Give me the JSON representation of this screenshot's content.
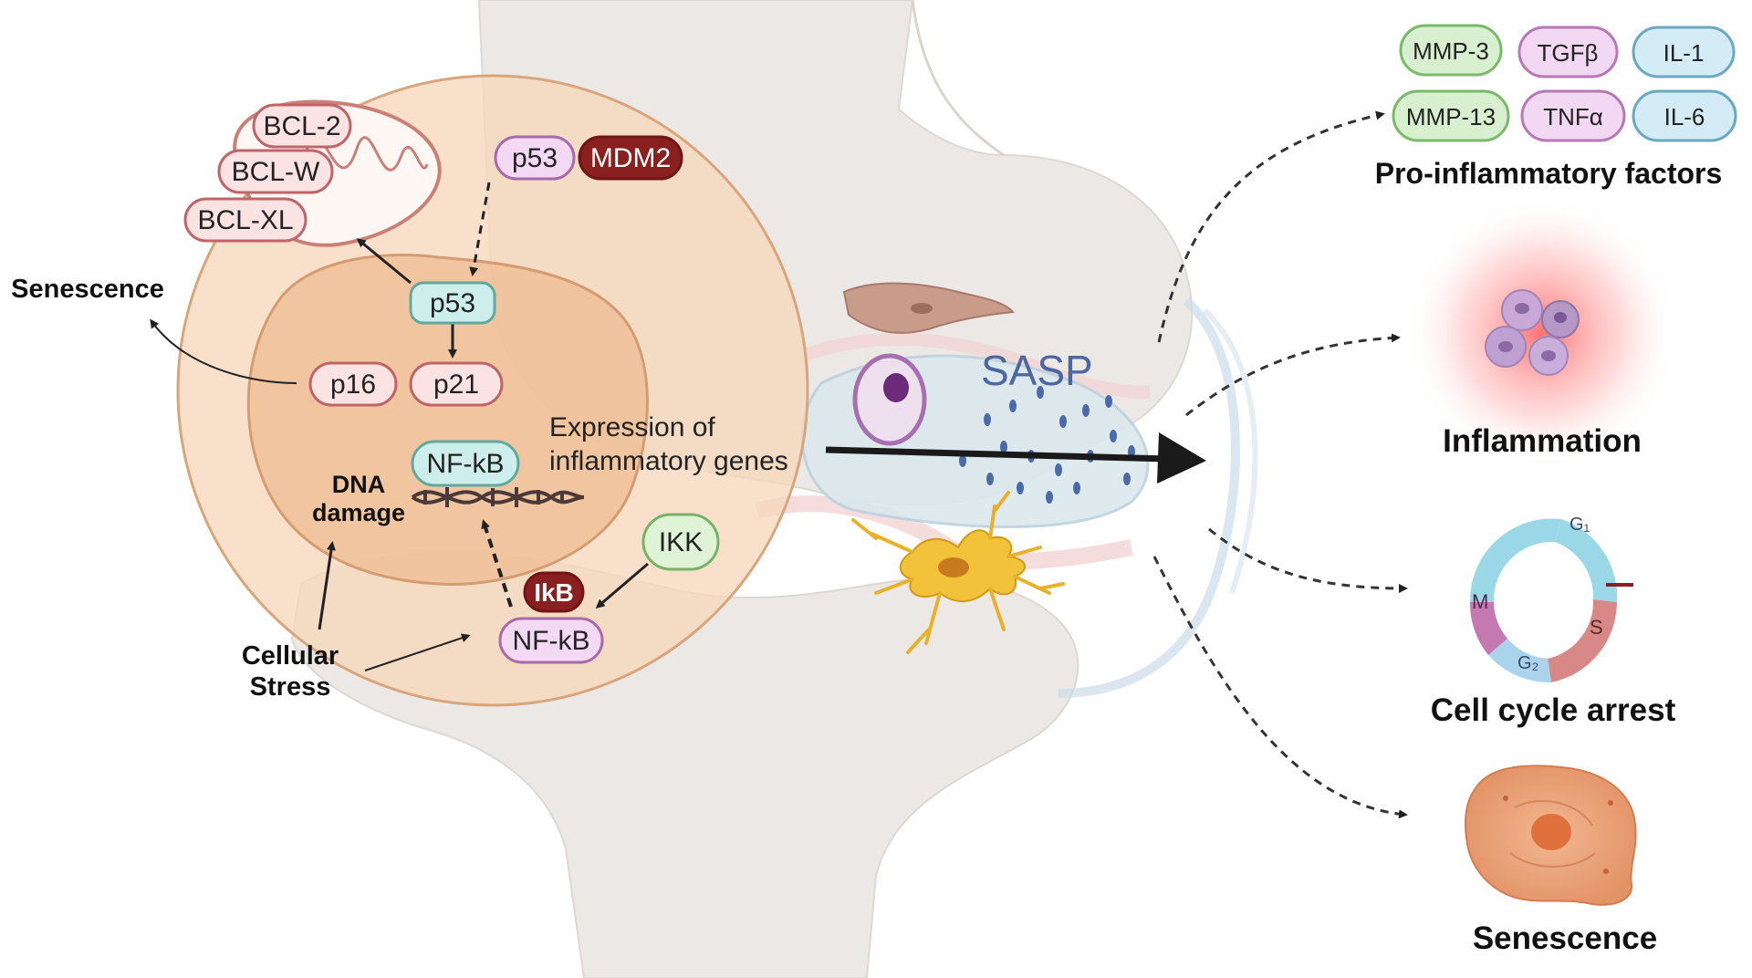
{
  "factors": {
    "items": [
      {
        "label": "MMP-3",
        "fill": "#d8f0cf",
        "stroke": "#7ab86a"
      },
      {
        "label": "TGFβ",
        "fill": "#f2d8f2",
        "stroke": "#b57ab5"
      },
      {
        "label": "IL-1",
        "fill": "#d3ecf5",
        "stroke": "#6aa8c2"
      },
      {
        "label": "MMP-13",
        "fill": "#d8f0cf",
        "stroke": "#7ab86a"
      },
      {
        "label": "TNFα",
        "fill": "#f2d8f2",
        "stroke": "#b57ab5"
      },
      {
        "label": "IL-6",
        "fill": "#d3ecf5",
        "stroke": "#6aa8c2"
      }
    ],
    "title": "Pro-inflammatory factors"
  },
  "outcomes": {
    "inflammation": "Inflammation",
    "cell_cycle": "Cell cycle arrest",
    "senescence": "Senescence"
  },
  "cell_cycle": {
    "g1": "G₁",
    "s": "S",
    "g2": "G₂",
    "m": "M"
  },
  "cell": {
    "bcl2": "BCL-2",
    "bclw": "BCL-W",
    "bclxl": "BCL-XL",
    "p53_top": "p53",
    "mdm2": "MDM2",
    "p53": "p53",
    "p16": "p16",
    "p21": "p21",
    "nfkb_nucleus": "NF-kB",
    "nfkb_cyto": "NF-kB",
    "ikb": "IkB",
    "ikk": "IKK",
    "dna_line1": "DNA",
    "dna_line2": "damage",
    "stress_line1": "Cellular",
    "stress_line2": "Stress",
    "senescence": "Senescence",
    "expression_line1": "Expression of",
    "expression_line2": "inflammatory genes"
  },
  "sasp": "SASP",
  "colors": {
    "cell_fill": "#f6d7bb",
    "cell_stroke": "#d9a57c",
    "nucleus_fill": "#efbf98",
    "red_pill_fill": "#fbe3e3",
    "red_pill_stroke": "#c0646a",
    "dark_red": "#8a1f1f",
    "teal_fill": "#cdeeea",
    "teal_stroke": "#5fa9a0",
    "purple_fill": "#f3d9f3",
    "purple_stroke": "#a86aa8",
    "green_fill": "#dff3d6",
    "green_stroke": "#77b266"
  }
}
